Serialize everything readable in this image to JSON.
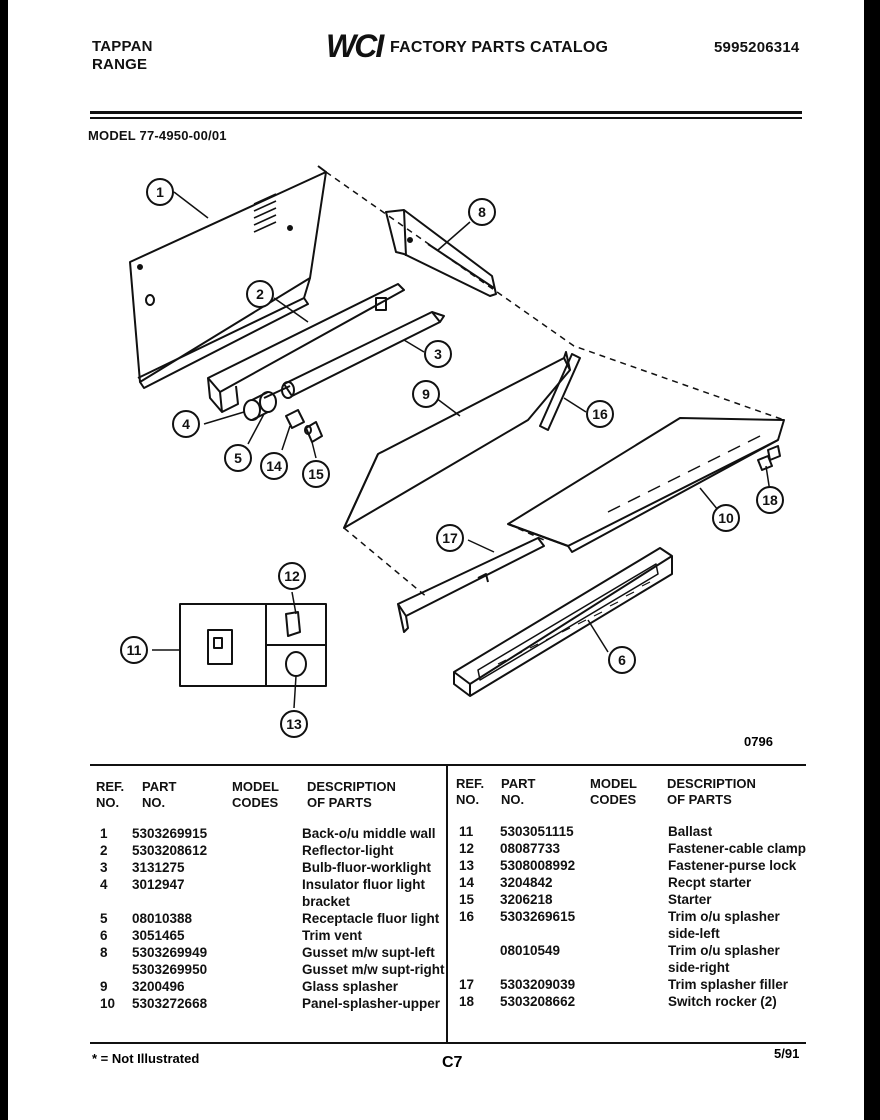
{
  "header": {
    "brand_line1": "TAPPAN",
    "brand_line2": "RANGE",
    "logo": "WCI",
    "catalog_title": "FACTORY PARTS CATALOG",
    "catalog_number": "5995206314",
    "model": "MODEL 77-4950-00/01"
  },
  "diagram": {
    "callouts": [
      "1",
      "2",
      "3",
      "4",
      "5",
      "6",
      "8",
      "9",
      "10",
      "11",
      "12",
      "13",
      "14",
      "15",
      "16",
      "17",
      "18"
    ],
    "drawing_code": "0796"
  },
  "table": {
    "headers": {
      "ref1": "REF.",
      "ref2": "NO.",
      "part1": "PART",
      "part2": "NO.",
      "model1": "MODEL",
      "model2": "CODES",
      "desc1": "DESCRIPTION",
      "desc2": "OF PARTS"
    },
    "left": [
      {
        "ref": "1",
        "part": "5303269915",
        "desc": "Back-o/u middle wall"
      },
      {
        "ref": "2",
        "part": "5303208612",
        "desc": "Reflector-light"
      },
      {
        "ref": "3",
        "part": "3131275",
        "desc": "Bulb-fluor-worklight"
      },
      {
        "ref": "4",
        "part": "3012947",
        "desc": "Insulator fluor light"
      },
      {
        "ref": "",
        "part": "",
        "desc": "bracket"
      },
      {
        "ref": "5",
        "part": "08010388",
        "desc": "Receptacle fluor light"
      },
      {
        "ref": "6",
        "part": "3051465",
        "desc": "Trim vent"
      },
      {
        "ref": "8",
        "part": "5303269949",
        "desc": "Gusset m/w supt-left"
      },
      {
        "ref": "",
        "part": "5303269950",
        "desc": "Gusset m/w supt-right"
      },
      {
        "ref": "9",
        "part": "3200496",
        "desc": "Glass splasher"
      },
      {
        "ref": "10",
        "part": "5303272668",
        "desc": "Panel-splasher-upper"
      }
    ],
    "right": [
      {
        "ref": "11",
        "part": "5303051115",
        "desc": "Ballast"
      },
      {
        "ref": "12",
        "part": "08087733",
        "desc": "Fastener-cable clamp"
      },
      {
        "ref": "13",
        "part": "5308008992",
        "desc": "Fastener-purse lock"
      },
      {
        "ref": "14",
        "part": "3204842",
        "desc": "Recpt starter"
      },
      {
        "ref": "15",
        "part": "3206218",
        "desc": "Starter"
      },
      {
        "ref": "16",
        "part": "5303269615",
        "desc": "Trim o/u splasher"
      },
      {
        "ref": "",
        "part": "",
        "desc": "side-left"
      },
      {
        "ref": "",
        "part": "08010549",
        "desc": "Trim o/u splasher"
      },
      {
        "ref": "",
        "part": "",
        "desc": "side-right"
      },
      {
        "ref": "17",
        "part": "5303209039",
        "desc": "Trim splasher filler"
      },
      {
        "ref": "18",
        "part": "5303208662",
        "desc": "Switch rocker (2)"
      }
    ]
  },
  "footer": {
    "note": "* = Not Illustrated",
    "page": "C7",
    "date": "5/91"
  }
}
